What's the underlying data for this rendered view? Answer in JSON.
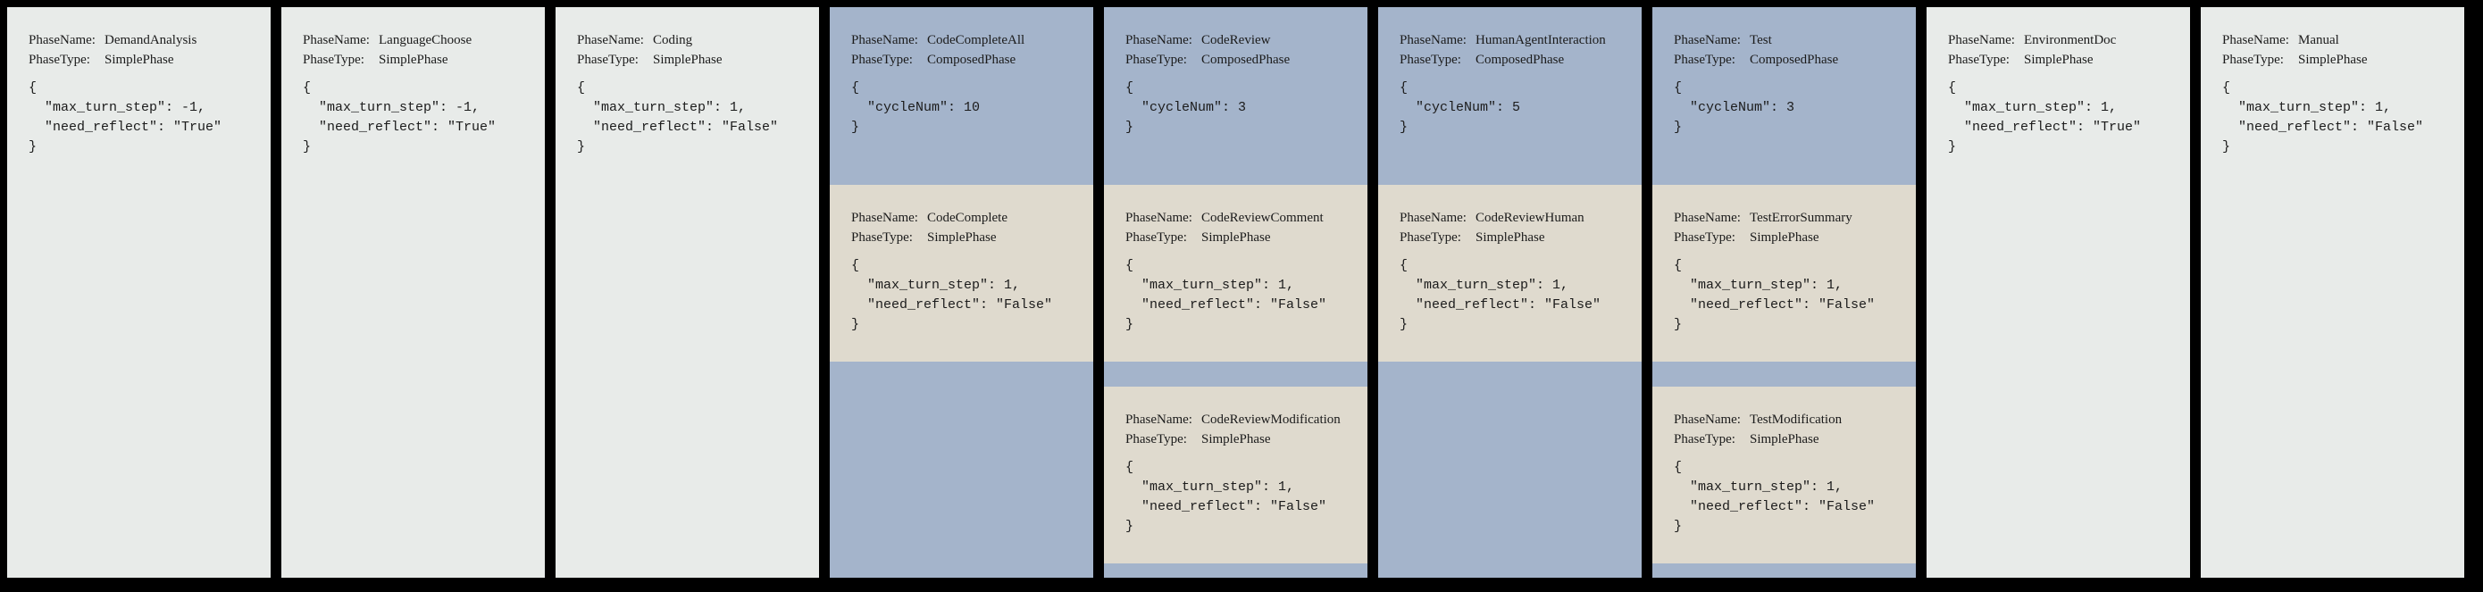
{
  "colors": {
    "background": "#000000",
    "simple_phase_bg": "#e8ebe9",
    "composed_phase_bg": "#a4b4cb",
    "nested_phase_bg": "#dfdace",
    "text": "#1b1b1b"
  },
  "labels": {
    "phase_name": "PhaseName:",
    "phase_type": "PhaseType:"
  },
  "phases": [
    {
      "name": "DemandAnalysis",
      "type": "SimplePhase",
      "config": "{\n  \"max_turn_step\": -1,\n  \"need_reflect\": \"True\"\n}",
      "children": []
    },
    {
      "name": "LanguageChoose",
      "type": "SimplePhase",
      "config": "{\n  \"max_turn_step\": -1,\n  \"need_reflect\": \"True\"\n}",
      "children": []
    },
    {
      "name": "Coding",
      "type": "SimplePhase",
      "config": "{\n  \"max_turn_step\": 1,\n  \"need_reflect\": \"False\"\n}",
      "children": []
    },
    {
      "name": "CodeCompleteAll",
      "type": "ComposedPhase",
      "config": "{\n  \"cycleNum\": 10\n}",
      "children": [
        {
          "name": "CodeComplete",
          "type": "SimplePhase",
          "config": "{\n  \"max_turn_step\": 1,\n  \"need_reflect\": \"False\"\n}"
        }
      ]
    },
    {
      "name": "CodeReview",
      "type": "ComposedPhase",
      "config": "{\n  \"cycleNum\": 3\n}",
      "children": [
        {
          "name": "CodeReviewComment",
          "type": "SimplePhase",
          "config": "{\n  \"max_turn_step\": 1,\n  \"need_reflect\": \"False\"\n}"
        },
        {
          "name": "CodeReviewModification",
          "type": "SimplePhase",
          "config": "{\n  \"max_turn_step\": 1,\n  \"need_reflect\": \"False\"\n}"
        }
      ]
    },
    {
      "name": "HumanAgentInteraction",
      "type": "ComposedPhase",
      "config": "{\n  \"cycleNum\": 5\n}",
      "children": [
        {
          "name": "CodeReviewHuman",
          "type": "SimplePhase",
          "config": "{\n  \"max_turn_step\": 1,\n  \"need_reflect\": \"False\"\n}"
        }
      ]
    },
    {
      "name": "Test",
      "type": "ComposedPhase",
      "config": "{\n  \"cycleNum\": 3\n}",
      "children": [
        {
          "name": "TestErrorSummary",
          "type": "SimplePhase",
          "config": "{\n  \"max_turn_step\": 1,\n  \"need_reflect\": \"False\"\n}"
        },
        {
          "name": "TestModification",
          "type": "SimplePhase",
          "config": "{\n  \"max_turn_step\": 1,\n  \"need_reflect\": \"False\"\n}"
        }
      ]
    },
    {
      "name": "EnvironmentDoc",
      "type": "SimplePhase",
      "config": "{\n  \"max_turn_step\": 1,\n  \"need_reflect\": \"True\"\n}",
      "children": []
    },
    {
      "name": "Manual",
      "type": "SimplePhase",
      "config": "{\n  \"max_turn_step\": 1,\n  \"need_reflect\": \"False\"\n}",
      "children": []
    }
  ]
}
